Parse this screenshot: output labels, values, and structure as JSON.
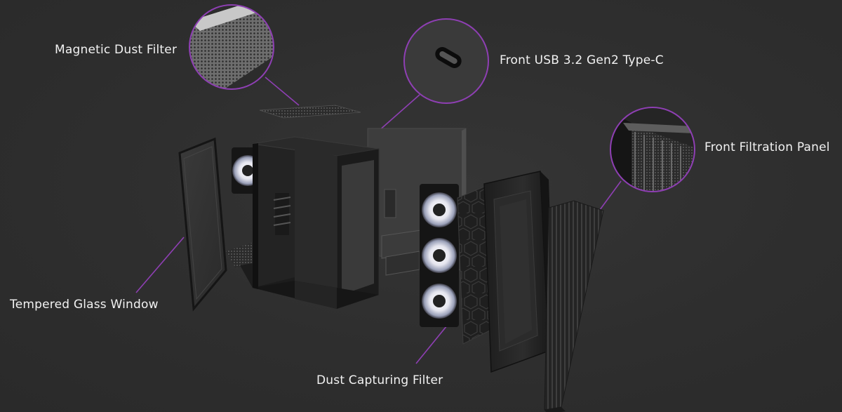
{
  "theme": {
    "background": "#303030",
    "accent": "#8e3fb3",
    "label_color": "#f2f2f2"
  },
  "callouts": {
    "magnetic_dust_filter": "Magnetic Dust Filter",
    "front_usb": "Front USB 3.2 Gen2 Type-C",
    "front_filtration_panel": "Front Filtration Panel",
    "tempered_glass_window": "Tempered Glass Window",
    "dust_capturing_filter": "Dust Capturing Filter"
  },
  "icons": {
    "fan": "argb-fan-icon",
    "usb": "usb-type-c-port-icon"
  }
}
